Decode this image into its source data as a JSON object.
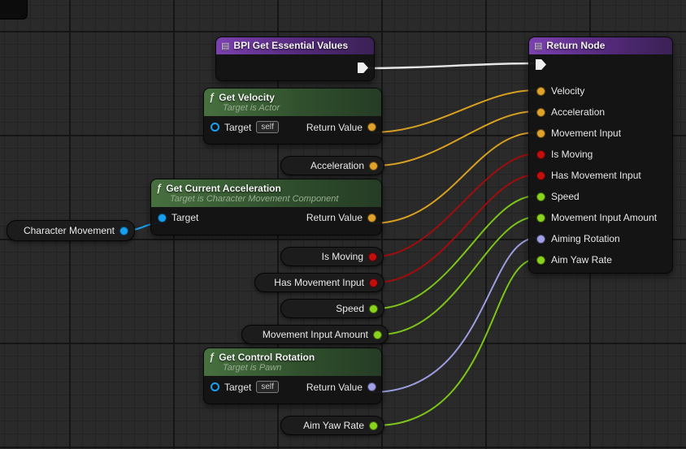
{
  "glyphs": {
    "function": "ƒ",
    "node_icon": "▤"
  },
  "colors": {
    "exec": "#f0f0f0",
    "vector": "#dfa22b",
    "bool": "#c30e0e",
    "float": "#8bd41e",
    "rotator": "#9fa0e8",
    "object": "#18a0f0",
    "function_header": "#47703f",
    "event_header": "#7c41b0"
  },
  "bpi_node": {
    "title": "BPI Get Essential Values"
  },
  "return_node": {
    "title": "Return Node",
    "pins": [
      {
        "label": "Velocity",
        "type": "vector"
      },
      {
        "label": "Acceleration",
        "type": "vector"
      },
      {
        "label": "Movement Input",
        "type": "vector"
      },
      {
        "label": "Is Moving",
        "type": "bool"
      },
      {
        "label": "Has Movement Input",
        "type": "bool"
      },
      {
        "label": "Speed",
        "type": "float"
      },
      {
        "label": "Movement Input Amount",
        "type": "float"
      },
      {
        "label": "Aiming Rotation",
        "type": "rotator"
      },
      {
        "label": "Aim Yaw Rate",
        "type": "float"
      }
    ]
  },
  "get_velocity": {
    "title": "Get Velocity",
    "subtitle": "Target is Actor",
    "target_label": "Target",
    "self_label": "self",
    "return_label": "Return Value"
  },
  "get_current_acceleration": {
    "title": "Get Current Acceleration",
    "subtitle": "Target is Character Movement Component",
    "target_label": "Target",
    "return_label": "Return Value"
  },
  "get_control_rotation": {
    "title": "Get Control Rotation",
    "subtitle": "Target is Pawn",
    "target_label": "Target",
    "self_label": "self",
    "return_label": "Return Value"
  },
  "character_movement": {
    "label": "Character Movement"
  },
  "pills": [
    {
      "label": "Acceleration",
      "type": "vector"
    },
    {
      "label": "Is Moving",
      "type": "bool"
    },
    {
      "label": "Has Movement Input",
      "type": "bool"
    },
    {
      "label": "Speed",
      "type": "float"
    },
    {
      "label": "Movement Input Amount",
      "type": "float"
    },
    {
      "label": "Aim Yaw Rate",
      "type": "float"
    }
  ]
}
